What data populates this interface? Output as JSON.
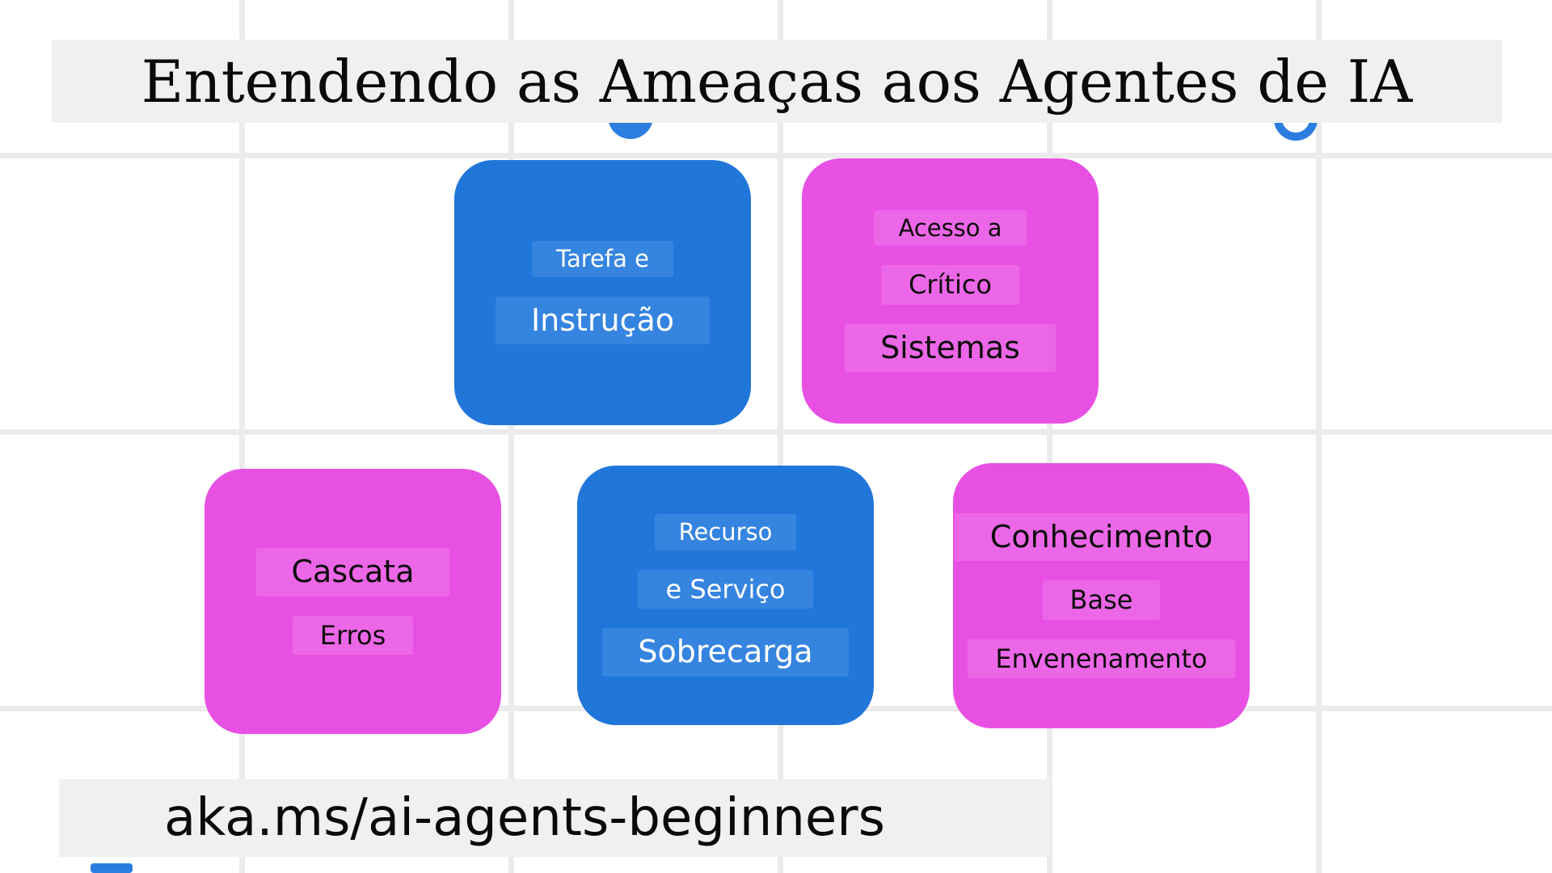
{
  "title": {
    "text": "Entendendo as Ameaças aos Agentes de IA"
  },
  "footer": {
    "text": "aka.ms/ai-agents-beginners"
  },
  "colors": {
    "card_blue": "#2176da",
    "card_blue_highlight": "#3584df",
    "card_magenta": "#e850e3",
    "card_magenta_highlight": "#ec67e7",
    "banner_gray": "#f0f0f0",
    "grid_line": "#ebebeb",
    "accent_dot_blue": "#2b7de0"
  },
  "cards": [
    {
      "name": "tarefa-e-instrucao",
      "color": "blue",
      "lines": [
        "Tarefa e",
        "Instrução"
      ]
    },
    {
      "name": "acesso-a-sistemas-critico",
      "color": "magenta",
      "lines": [
        "Acesso a",
        "Crítico",
        "Sistemas"
      ]
    },
    {
      "name": "cascata-de-erros",
      "color": "magenta",
      "lines": [
        "Cascata",
        "Erros"
      ]
    },
    {
      "name": "recurso-e-servico-sobrecarga",
      "color": "blue",
      "lines": [
        "Recurso",
        "e Serviço",
        "Sobrecarga"
      ]
    },
    {
      "name": "envenenamento-base-conhecimento",
      "color": "magenta",
      "lines": [
        "Conhecimento",
        "Base",
        "Envenenamento"
      ]
    }
  ],
  "decorations": {
    "left_dot": "solid-blue-circle",
    "right_dot": "blue-ring-circle",
    "bottom_sliver": "blue-shape-edge"
  }
}
